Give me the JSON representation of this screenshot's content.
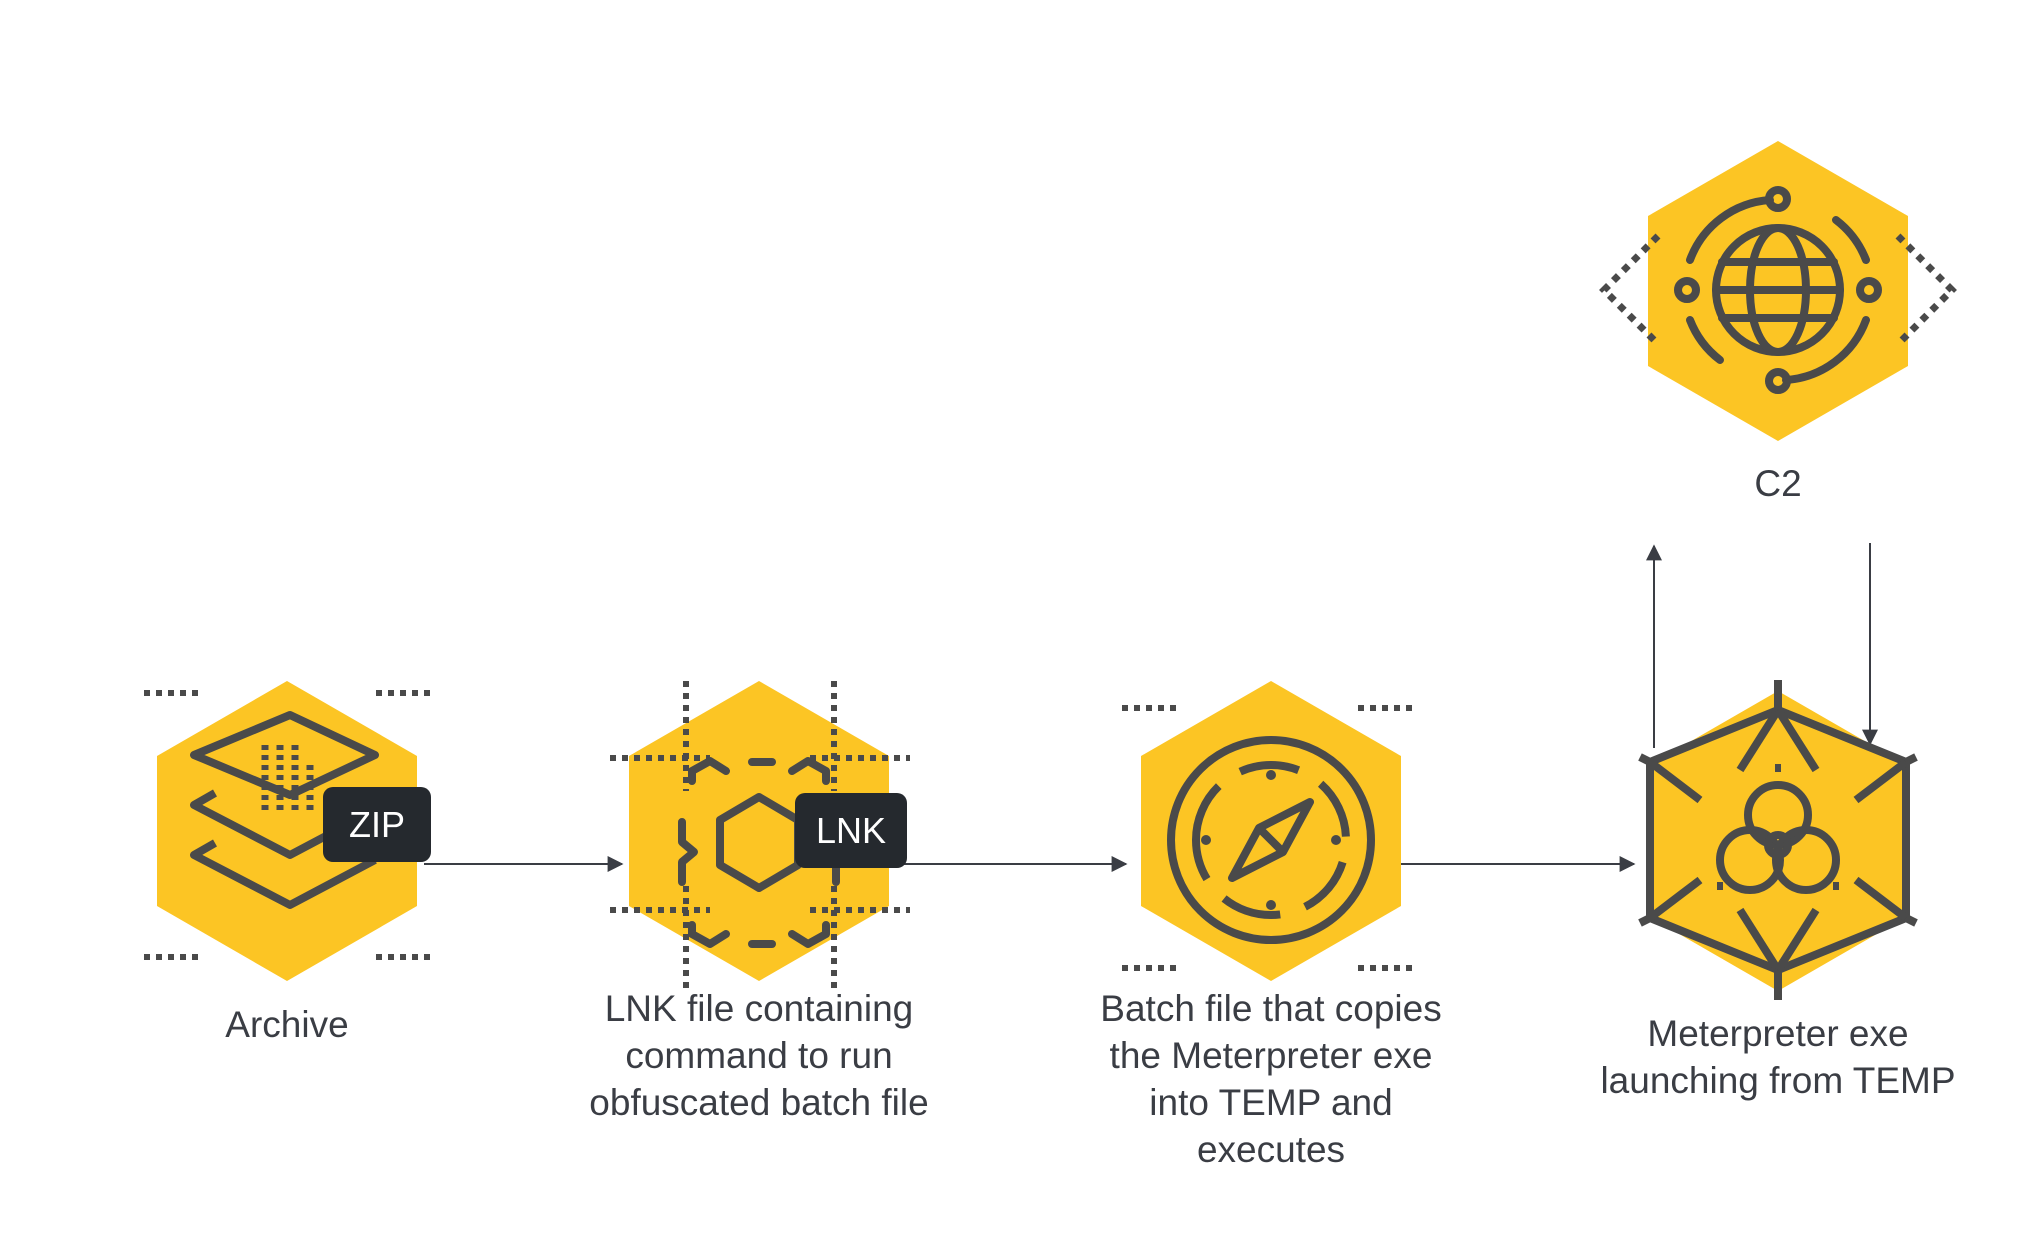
{
  "colors": {
    "hexagon_fill": "#fcc524",
    "icon_stroke": "#4a4a4a",
    "badge_fill": "#25292e",
    "badge_text": "#ffffff",
    "label_text": "#3a3d44",
    "arrow": "#3a3d44",
    "background": "#ffffff"
  },
  "nodes": [
    {
      "id": "archive",
      "icon": "stacked-layers-icon",
      "badge": "ZIP",
      "label_lines": [
        "Archive"
      ]
    },
    {
      "id": "lnk",
      "icon": "hexagon-code-icon",
      "badge": "LNK",
      "label_lines": [
        "LNK file containing",
        "command to run",
        "obfuscated batch file"
      ]
    },
    {
      "id": "batch",
      "icon": "compass-icon",
      "badge": "",
      "label_lines": [
        "Batch file that copies",
        "the Meterpreter exe",
        "into TEMP and",
        "executes"
      ]
    },
    {
      "id": "meterpreter",
      "icon": "biohazard-icon",
      "badge": "",
      "label_lines": [
        "Meterpreter exe",
        "launching from TEMP"
      ]
    },
    {
      "id": "c2",
      "icon": "globe-network-icon",
      "badge": "",
      "label_lines": [
        "C2"
      ]
    }
  ],
  "edges": [
    {
      "from": "archive",
      "to": "lnk"
    },
    {
      "from": "lnk",
      "to": "batch"
    },
    {
      "from": "batch",
      "to": "meterpreter"
    },
    {
      "from": "meterpreter",
      "to": "c2"
    },
    {
      "from": "c2",
      "to": "meterpreter"
    }
  ]
}
